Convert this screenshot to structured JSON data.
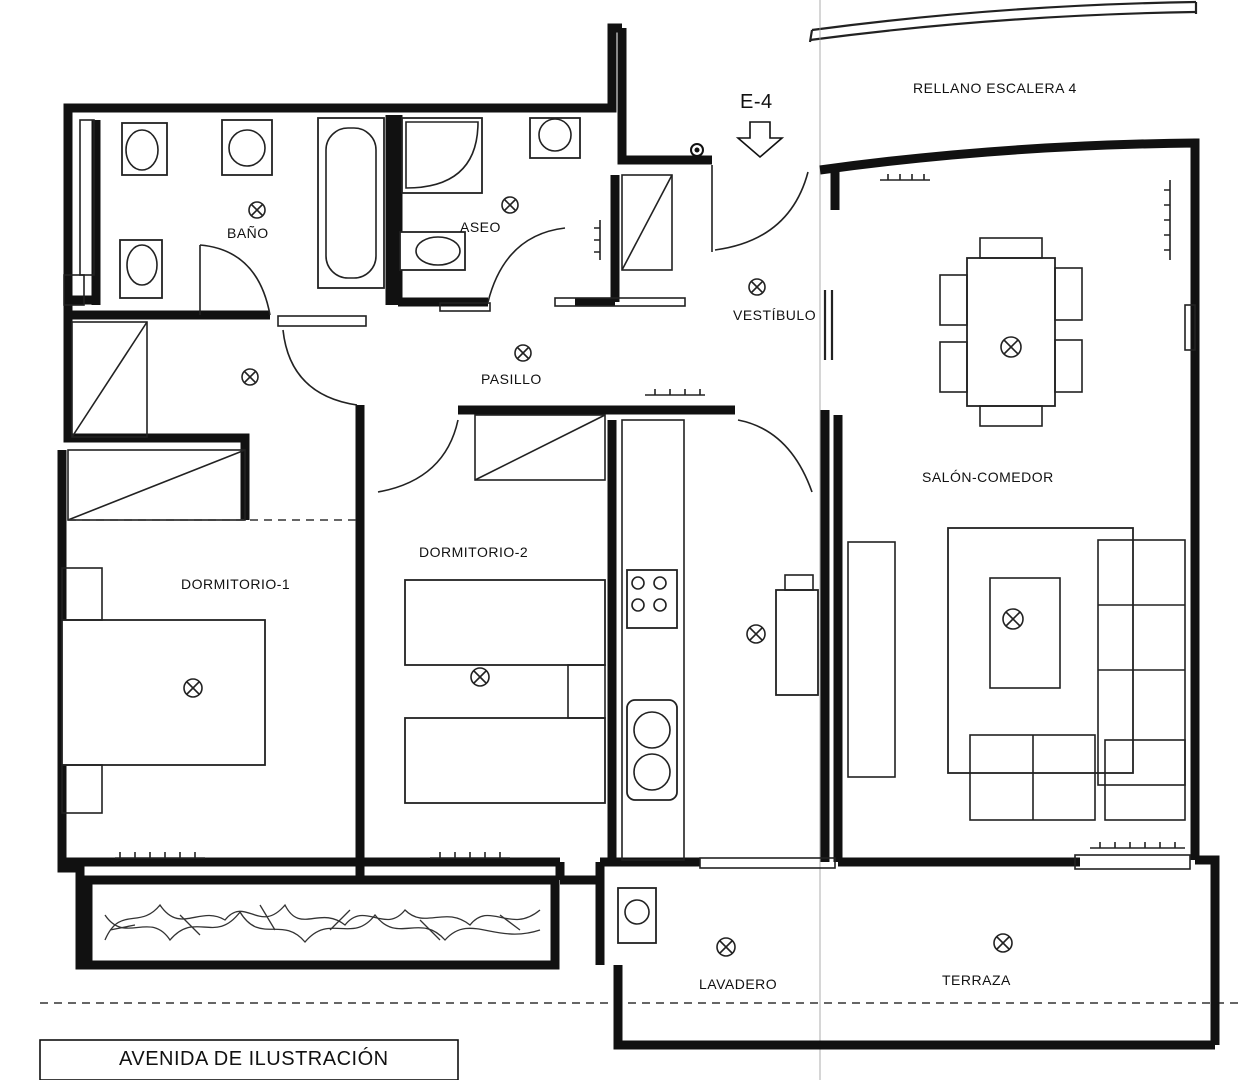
{
  "rooms": {
    "bano": "BAÑO",
    "aseo": "ASEO",
    "pasillo": "PASILLO",
    "vestibulo": "VESTÍBULO",
    "salon_comedor": "SALÓN-COMEDOR",
    "dormitorio_1": "DORMITORIO-1",
    "dormitorio_2": "DORMITORIO-2",
    "lavadero": "LAVADERO",
    "terraza": "TERRAZA"
  },
  "landing": "RELLANO ESCALERA 4",
  "entrance": "E-4",
  "street": "AVENIDA DE ILUSTRACIÓN",
  "light_fixture_icon": "ceiling-light-icon",
  "colors": {
    "line": "#111111",
    "background": "#ffffff"
  }
}
